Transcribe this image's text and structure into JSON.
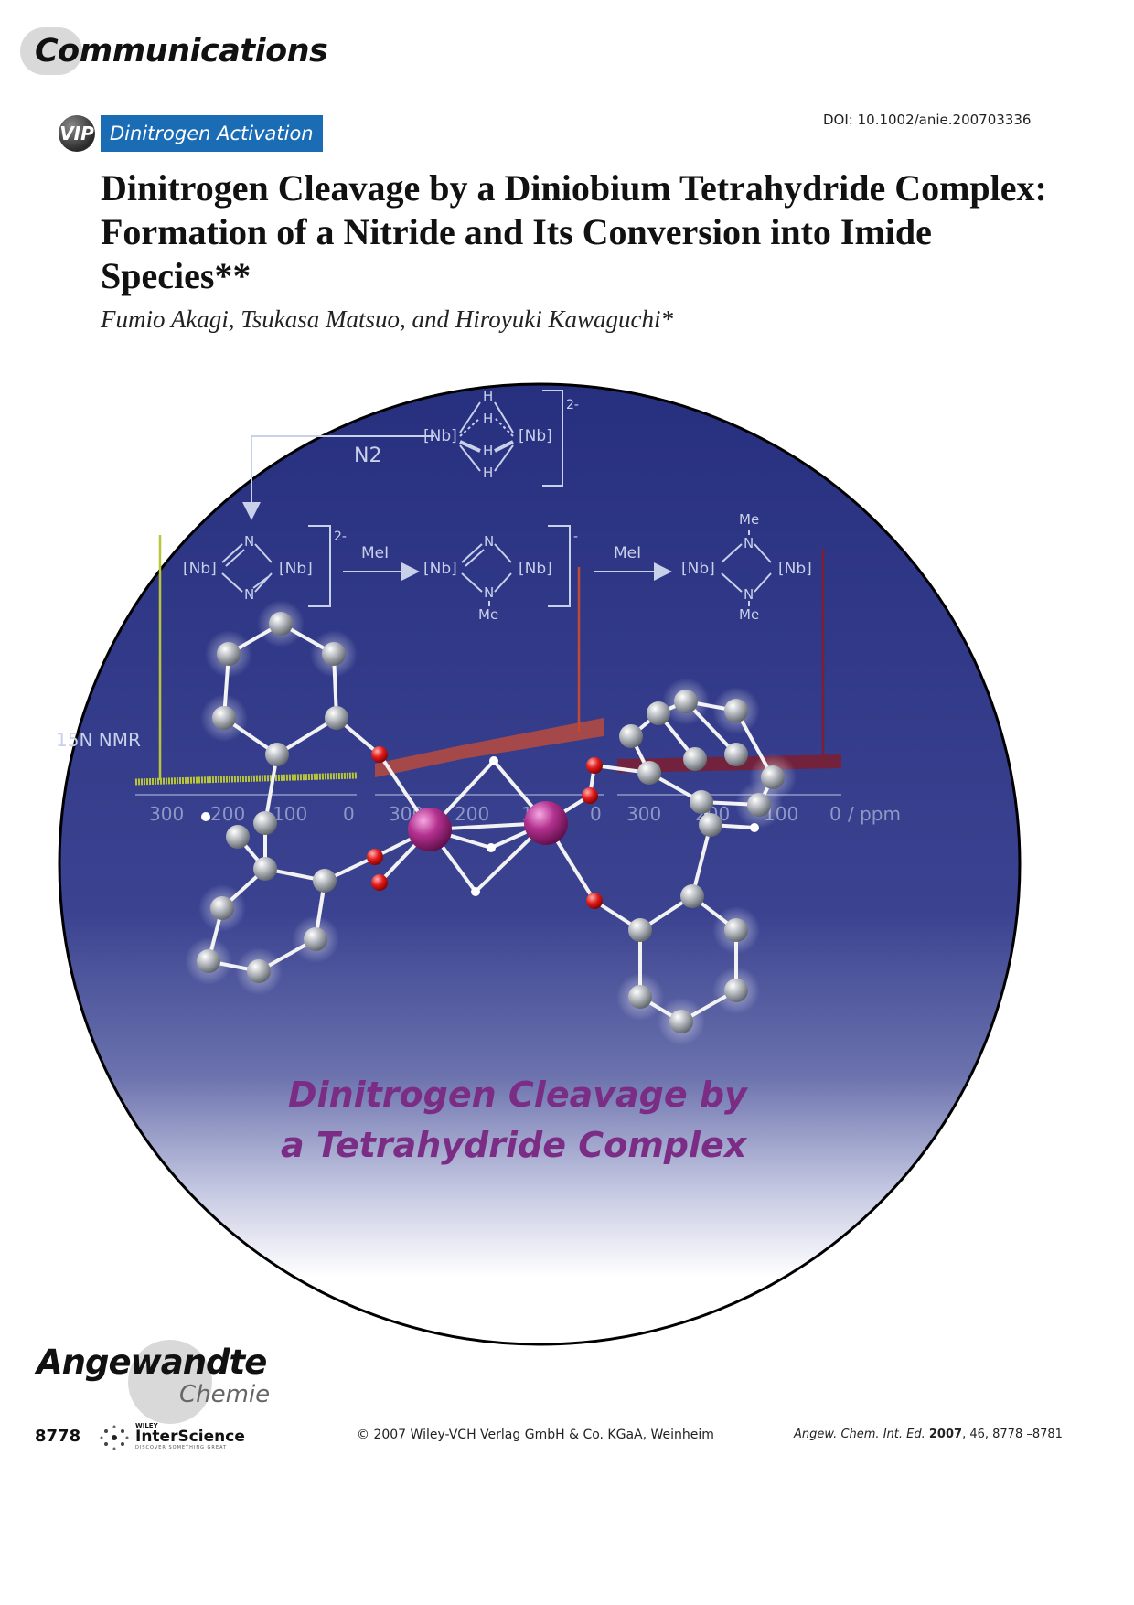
{
  "header": {
    "section": "Communications",
    "vip_badge": "VIP",
    "topic": "Dinitrogen Activation",
    "doi": "DOI: 10.1002/anie.200703336"
  },
  "article": {
    "title": "Dinitrogen Cleavage by a Diniobium Tetrahydride Complex: Formation of a Nitride and Its Conversion into Imide Species**",
    "authors": "Fumio Akagi, Tsukasa Matsuo, and Hiroyuki Kawaguchi*"
  },
  "graphic": {
    "n2_label": "N2",
    "charge_2minus": "2-",
    "charge_minus": "-",
    "nb_label": "[Nb]",
    "h_label": "H",
    "n_label": "N",
    "me_label": "Me",
    "reagent": "MeI",
    "nmr_label": "15N NMR",
    "ppm_ticks": [
      "300",
      "200",
      "100",
      "0",
      "300",
      "200",
      "100",
      "0",
      "300",
      "200",
      "100",
      "0"
    ],
    "ppm_unit": "/ ppm",
    "caption_line1": "Dinitrogen Cleavage by",
    "caption_line2": "a Tetrahydride Complex",
    "colors": {
      "circle_top": "#27307f",
      "circle_mid": "#3b4391",
      "circle_bottom": "#ffffff",
      "scheme_line": "#c9d0ea",
      "caption": "#7b2d86",
      "spectrum_1": "#b9c63a",
      "spectrum_2": "#b94a3d",
      "spectrum_3": "#7a1f35",
      "nb_atom": "#b3318f",
      "o_atom": "#e21b1b"
    }
  },
  "footer": {
    "logo_main": "Angewandte",
    "logo_sub": "Chemie",
    "page_number": "8778",
    "interscience_wiley": "WILEY",
    "interscience_brand": "InterScience",
    "interscience_tagline": "DISCOVER SOMETHING GREAT",
    "copyright": "© 2007 Wiley-VCH Verlag GmbH & Co. KGaA, Weinheim",
    "citation": {
      "journal": "Angew. Chem. Int. Ed.",
      "year": "2007",
      "volume_pages": ", 46, 8778 –8781"
    }
  }
}
